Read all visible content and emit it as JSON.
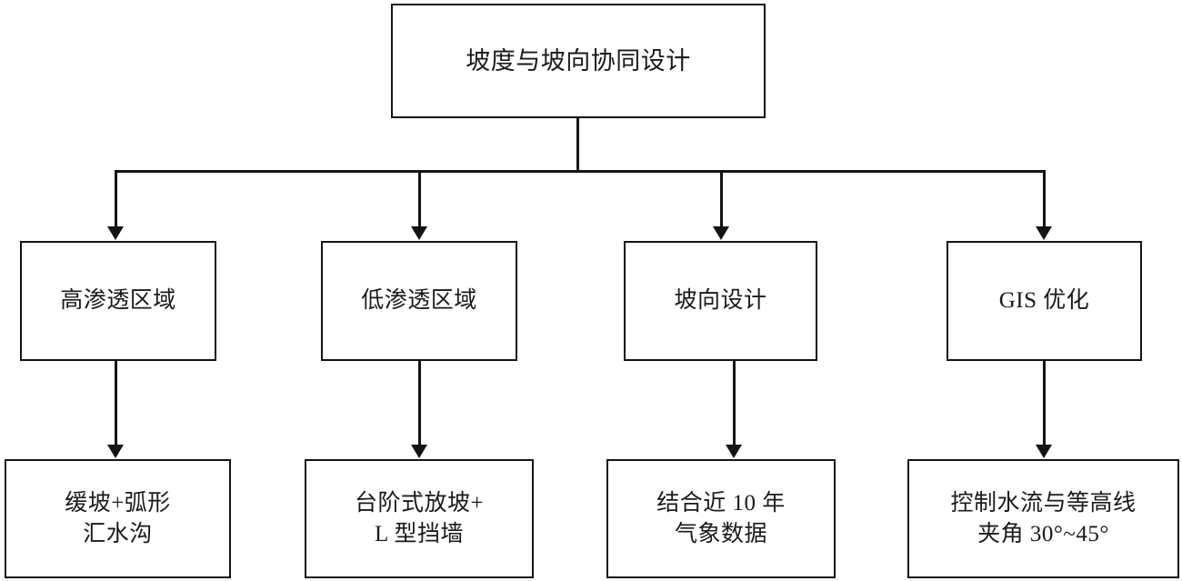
{
  "diagram": {
    "type": "flowchart",
    "orientation": "top-down",
    "title_node": {
      "label": "坡度与坡向协同设计"
    },
    "mid_nodes": [
      {
        "label": "高渗透区域"
      },
      {
        "label": "低渗透区域"
      },
      {
        "label": "坡向设计"
      },
      {
        "label": "GIS 优化"
      }
    ],
    "leaf_nodes": [
      {
        "label": "缓坡+弧形\n汇水沟"
      },
      {
        "label": "台阶式放坡+\nL 型挡墙"
      },
      {
        "label": "结合近 10 年\n气象数据"
      },
      {
        "label": "控制水流与等高线\n夹角 30°~45°"
      }
    ],
    "colors": {
      "stroke": "#141414",
      "fill": "#ffffff",
      "text": "#1a1a1a"
    }
  }
}
